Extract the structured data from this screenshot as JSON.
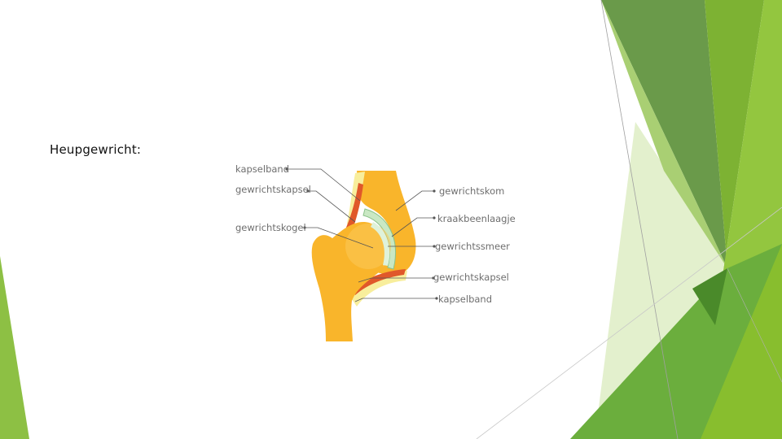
{
  "slide": {
    "title": "Heupgewricht:"
  },
  "diagram": {
    "labels": {
      "kapselband_top": "kapselband",
      "gewrichtskapsel_top": "gewrichtskapsel",
      "gewrichtskogel": "gewrichtskogel",
      "gewrichtskom": "gewrichtskom",
      "kraakbeenlaagje": "kraakbeenlaagje",
      "gewrichtssmeer": "gewrichtssmeer",
      "gewrichtskapsel_bottom": "gewrichtskapsel",
      "kapselband_bottom": "kapselband"
    }
  },
  "theme": {
    "accent_dark": "#4e8a2c",
    "accent": "#77b33a",
    "accent_light": "#a8cf62",
    "accent_pale": "#d6e9b4",
    "bone": "#f7b22c",
    "capsule": "#e0582a",
    "ligament": "#f9ee9b",
    "cartilage": "#c8e6c9"
  }
}
